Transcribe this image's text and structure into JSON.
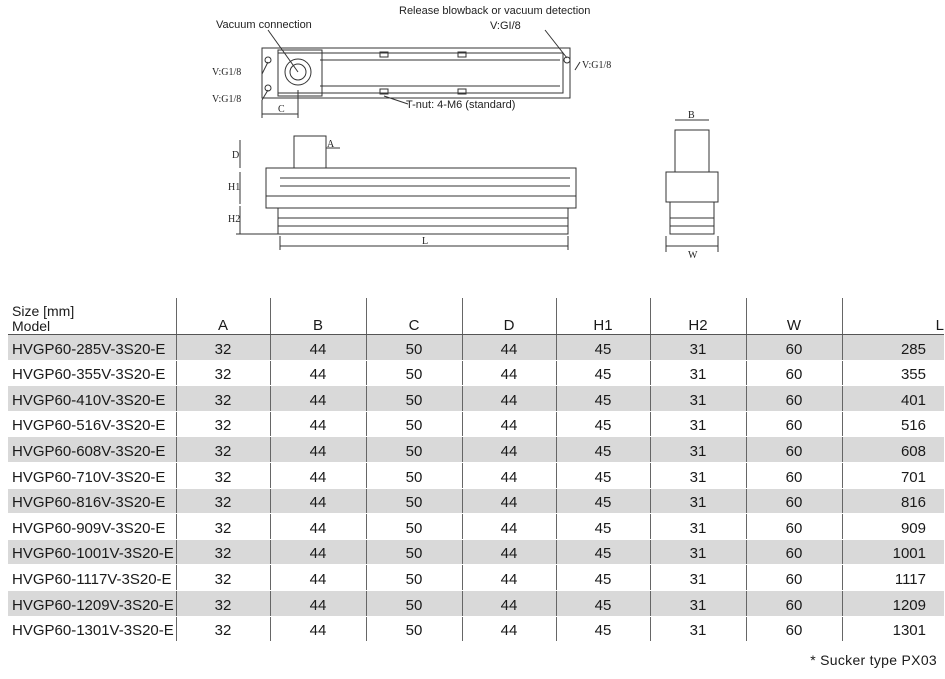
{
  "drawing": {
    "label_vacuum": "Vacuum connection",
    "label_release": "Release blowback or vacuum detection",
    "label_vg_top": "V:GI/8",
    "label_vg_right": "V:G1/8",
    "label_vg_left1": "V:G1/8",
    "label_vg_left2": "V:G1/8",
    "label_tnut": "T-nut: 4-M6 (standard)",
    "dim_C": "C",
    "dim_D": "D",
    "dim_A": "A",
    "dim_H1": "H1",
    "dim_H2": "H2",
    "dim_L": "L",
    "dim_B": "B",
    "dim_W": "W"
  },
  "table": {
    "header_size": "Size [mm]",
    "header_model": "Model",
    "columns": [
      "A",
      "B",
      "C",
      "D",
      "H1",
      "H2",
      "W",
      "L"
    ],
    "rows": [
      [
        "HVGP60-285V-3S20-E",
        "32",
        "44",
        "50",
        "44",
        "45",
        "31",
        "60",
        "285"
      ],
      [
        "HVGP60-355V-3S20-E",
        "32",
        "44",
        "50",
        "44",
        "45",
        "31",
        "60",
        "355"
      ],
      [
        "HVGP60-410V-3S20-E",
        "32",
        "44",
        "50",
        "44",
        "45",
        "31",
        "60",
        "401"
      ],
      [
        "HVGP60-516V-3S20-E",
        "32",
        "44",
        "50",
        "44",
        "45",
        "31",
        "60",
        "516"
      ],
      [
        "HVGP60-608V-3S20-E",
        "32",
        "44",
        "50",
        "44",
        "45",
        "31",
        "60",
        "608"
      ],
      [
        "HVGP60-710V-3S20-E",
        "32",
        "44",
        "50",
        "44",
        "45",
        "31",
        "60",
        "701"
      ],
      [
        "HVGP60-816V-3S20-E",
        "32",
        "44",
        "50",
        "44",
        "45",
        "31",
        "60",
        "816"
      ],
      [
        "HVGP60-909V-3S20-E",
        "32",
        "44",
        "50",
        "44",
        "45",
        "31",
        "60",
        "909"
      ],
      [
        "HVGP60-1001V-3S20-E",
        "32",
        "44",
        "50",
        "44",
        "45",
        "31",
        "60",
        "1001"
      ],
      [
        "HVGP60-1117V-3S20-E",
        "32",
        "44",
        "50",
        "44",
        "45",
        "31",
        "60",
        "1117"
      ],
      [
        "HVGP60-1209V-3S20-E",
        "32",
        "44",
        "50",
        "44",
        "45",
        "31",
        "60",
        "1209"
      ],
      [
        "HVGP60-1301V-3S20-E",
        "32",
        "44",
        "50",
        "44",
        "45",
        "31",
        "60",
        "1301"
      ]
    ]
  },
  "footnote": "* Sucker type PX03",
  "colors": {
    "row_shade": "#d9d9d9",
    "line": "#555555"
  }
}
